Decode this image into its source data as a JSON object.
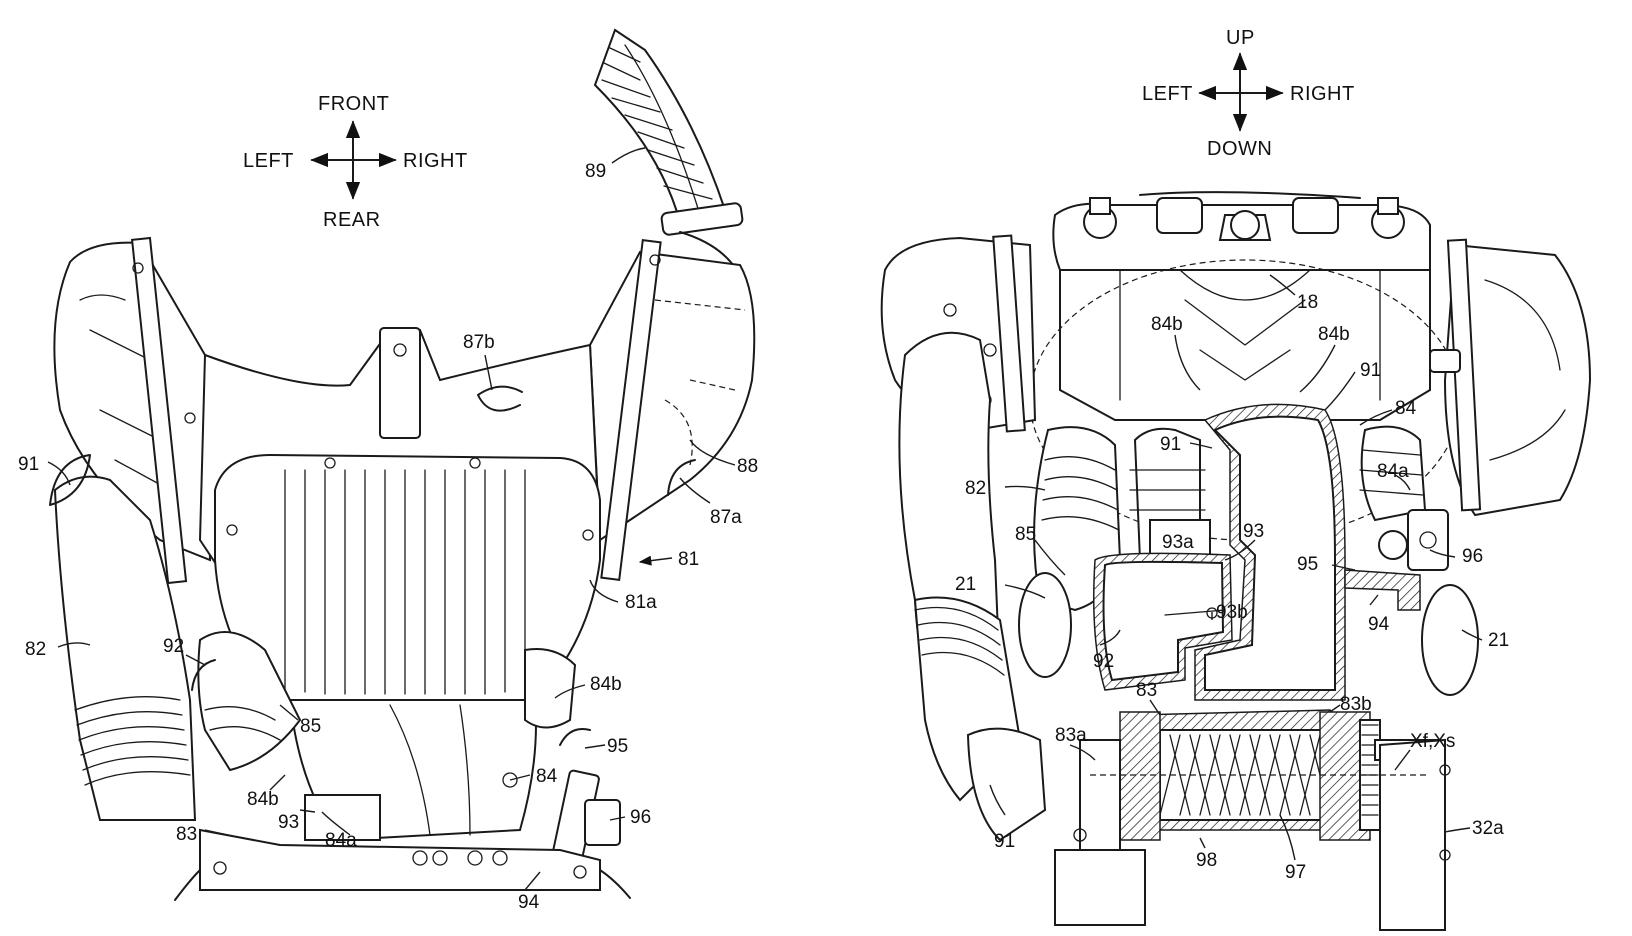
{
  "left_figure": {
    "compass": {
      "up": "FRONT",
      "down": "REAR",
      "left": "LEFT",
      "right": "RIGHT"
    },
    "labels": [
      {
        "id": "l89",
        "text": "89"
      },
      {
        "id": "l87b",
        "text": "87b"
      },
      {
        "id": "l88",
        "text": "88"
      },
      {
        "id": "l87a",
        "text": "87a"
      },
      {
        "id": "l91",
        "text": "91"
      },
      {
        "id": "l81",
        "text": "81"
      },
      {
        "id": "l81a",
        "text": "81a"
      },
      {
        "id": "l82",
        "text": "82"
      },
      {
        "id": "l92",
        "text": "92"
      },
      {
        "id": "l85",
        "text": "85"
      },
      {
        "id": "l84b_r",
        "text": "84b"
      },
      {
        "id": "l95",
        "text": "95"
      },
      {
        "id": "l84",
        "text": "84"
      },
      {
        "id": "l84b_l",
        "text": "84b"
      },
      {
        "id": "l93",
        "text": "93"
      },
      {
        "id": "l96",
        "text": "96"
      },
      {
        "id": "l83",
        "text": "83"
      },
      {
        "id": "l84a",
        "text": "84a"
      },
      {
        "id": "l94",
        "text": "94"
      }
    ]
  },
  "right_figure": {
    "compass": {
      "up": "UP",
      "down": "DOWN",
      "left": "LEFT",
      "right": "RIGHT"
    },
    "labels": [
      {
        "id": "r18",
        "text": "18"
      },
      {
        "id": "r84b_l",
        "text": "84b"
      },
      {
        "id": "r84b_r",
        "text": "84b"
      },
      {
        "id": "r91_top",
        "text": "91"
      },
      {
        "id": "r84",
        "text": "84"
      },
      {
        "id": "r91_mid",
        "text": "91"
      },
      {
        "id": "r82",
        "text": "82"
      },
      {
        "id": "r84a",
        "text": "84a"
      },
      {
        "id": "r85",
        "text": "85"
      },
      {
        "id": "r93",
        "text": "93"
      },
      {
        "id": "r93a",
        "text": "93a"
      },
      {
        "id": "r96",
        "text": "96"
      },
      {
        "id": "r95",
        "text": "95"
      },
      {
        "id": "r21_l",
        "text": "21"
      },
      {
        "id": "r93b",
        "text": "93b"
      },
      {
        "id": "r94",
        "text": "94"
      },
      {
        "id": "r21_r",
        "text": "21"
      },
      {
        "id": "r92",
        "text": "92"
      },
      {
        "id": "r83",
        "text": "83"
      },
      {
        "id": "r83b",
        "text": "83b"
      },
      {
        "id": "r83a",
        "text": "83a"
      },
      {
        "id": "rXf",
        "text": "Xf,Xs"
      },
      {
        "id": "r91_bot",
        "text": "91"
      },
      {
        "id": "r32a",
        "text": "32a"
      },
      {
        "id": "r98",
        "text": "98"
      },
      {
        "id": "r97",
        "text": "97"
      }
    ]
  }
}
